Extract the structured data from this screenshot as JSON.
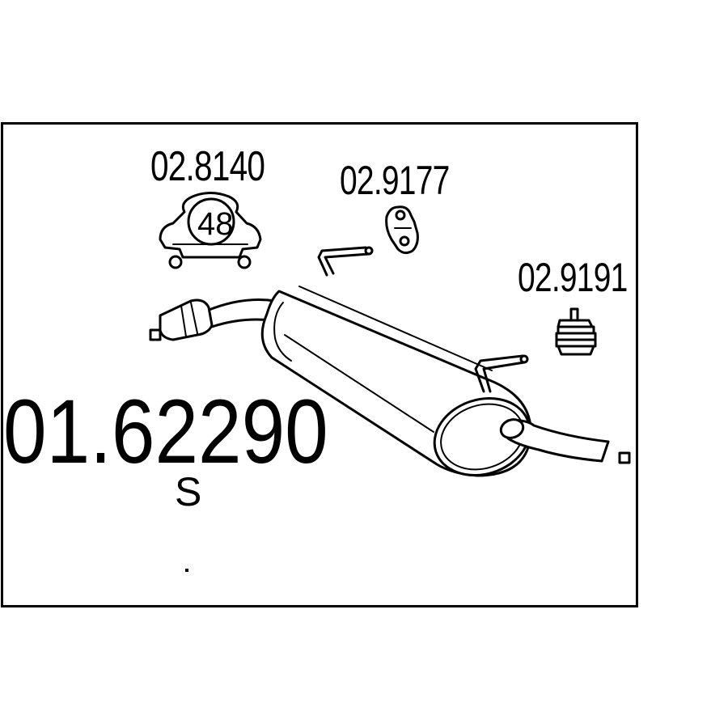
{
  "parts": {
    "clamp": {
      "code": "02.8140",
      "size": "48"
    },
    "rubber_mount": {
      "code": "02.9177"
    },
    "mount": {
      "code": "02.9191"
    }
  },
  "product": {
    "part_number": "01.62290",
    "type_code": "S"
  }
}
